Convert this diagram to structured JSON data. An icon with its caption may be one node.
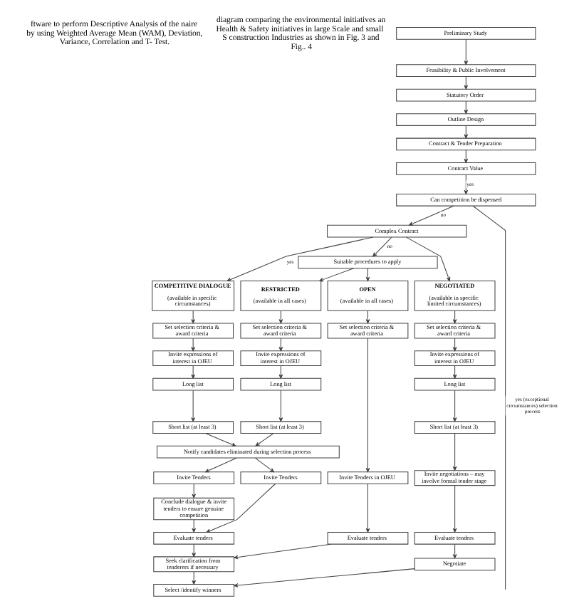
{
  "diagram": {
    "nodes": [
      {
        "text": [
          "Preliminary Study"
        ]
      },
      {
        "text": [
          "Feasibility & Public Involvement"
        ]
      },
      {
        "text": [
          "Statutory Order"
        ]
      },
      {
        "text": [
          "Outline Design"
        ]
      },
      {
        "text": [
          "Contract & Tender Preparation"
        ]
      },
      {
        "text": [
          "Contract Value"
        ]
      },
      {
        "text": [
          "Can competition be dispensed"
        ]
      },
      {
        "text": [
          "Complex Contract"
        ]
      },
      {
        "text": [
          "Suitable procedures to apply"
        ]
      },
      {
        "text": [
          "COMPETITIVE DIALOGUE",
          "(available in specific circumstances)"
        ]
      },
      {
        "text": [
          "RESTRICTED",
          "(available in all cases)"
        ]
      },
      {
        "text": [
          "OPEN",
          "(available in all cases)"
        ]
      },
      {
        "text": [
          "NEGOTIATED",
          "(available in specific limited circumstances)"
        ]
      },
      {
        "text": [
          "Set selection criteria & award criteria"
        ]
      },
      {
        "text": [
          "Set selection criteria & award criteria"
        ]
      },
      {
        "text": [
          "Set selection criteria & award criteria"
        ]
      },
      {
        "text": [
          "Set selection criteria & award criteria"
        ]
      },
      {
        "text": [
          "Invite expressions of interest in OJEU"
        ]
      },
      {
        "text": [
          "Invite expressions of interest in OJEU"
        ]
      },
      {
        "text": [
          "Invite expressions of interest in OJEU"
        ]
      },
      {
        "text": [
          "Long list"
        ]
      },
      {
        "text": [
          "Long list"
        ]
      },
      {
        "text": [
          "Long list"
        ]
      },
      {
        "text": [
          "Short list (at least 3)"
        ]
      },
      {
        "text": [
          "Short list (at least 3)"
        ]
      },
      {
        "text": [
          "Short list (at least 3)"
        ]
      },
      {
        "text": [
          "Notify candidates eliminated during selection process"
        ]
      },
      {
        "text": [
          "Invite Tenders"
        ]
      },
      {
        "text": [
          "Invite Tenders"
        ]
      },
      {
        "text": [
          "Invite Tenders in OJEU"
        ]
      },
      {
        "text": [
          "Invite negotiations – may involve formal tender stage"
        ]
      },
      {
        "text": [
          "Conclude dialogue & invite tenders to ensure genuine competition"
        ]
      },
      {
        "text": [
          "Evaluate tenders"
        ]
      },
      {
        "text": [
          "Evaluate tenders"
        ]
      },
      {
        "text": [
          "Evaluate tenders"
        ]
      },
      {
        "text": [
          "Seek clarification from tenderers if necessary"
        ]
      },
      {
        "text": [
          "Negotiate"
        ]
      },
      {
        "text": [
          "Select /identify winners"
        ]
      }
    ],
    "edges": [
      {
        "from": 0,
        "to": 1,
        "arrow": "to"
      },
      {
        "from": 1,
        "to": 2,
        "arrow": "to"
      },
      {
        "from": 2,
        "to": 3,
        "arrow": "to"
      },
      {
        "from": 3,
        "to": 4,
        "arrow": "to"
      },
      {
        "from": 4,
        "to": 5,
        "arrow": "to"
      },
      {
        "from": 5,
        "to": 6,
        "arrow": "to",
        "label": "yes"
      },
      {
        "from": 6,
        "to": 7,
        "arrow": "to",
        "label": "no"
      },
      {
        "from": 6,
        "to": null,
        "arrow": "none",
        "label": "yes (exceptional circumstances) selection process"
      },
      {
        "from": 7,
        "to": 9,
        "arrow": "to",
        "label": "yes"
      },
      {
        "from": 7,
        "to": 8,
        "arrow": "to",
        "label": "no"
      },
      {
        "from": 7,
        "to": 12,
        "arrow": "to"
      },
      {
        "from": 8,
        "to": 10,
        "arrow": "to"
      },
      {
        "from": 8,
        "to": 11,
        "arrow": "to"
      },
      {
        "from": 9,
        "to": 13,
        "arrow": "to"
      },
      {
        "from": 13,
        "to": 17,
        "arrow": "to"
      },
      {
        "from": 17,
        "to": 20,
        "arrow": "to"
      },
      {
        "from": 20,
        "to": 23,
        "arrow": "to"
      },
      {
        "from": 10,
        "to": 14,
        "arrow": "to"
      },
      {
        "from": 14,
        "to": 18,
        "arrow": "to"
      },
      {
        "from": 18,
        "to": 21,
        "arrow": "to"
      },
      {
        "from": 21,
        "to": 24,
        "arrow": "to"
      },
      {
        "from": 11,
        "to": 15,
        "arrow": "to"
      },
      {
        "from": 15,
        "to": 29,
        "arrow": "to"
      },
      {
        "from": 12,
        "to": 16,
        "arrow": "to"
      },
      {
        "from": 16,
        "to": 19,
        "arrow": "to"
      },
      {
        "from": 19,
        "to": 22,
        "arrow": "to"
      },
      {
        "from": 22,
        "to": 25,
        "arrow": "to"
      },
      {
        "from": 23,
        "to": 26,
        "arrow": "to"
      },
      {
        "from": 24,
        "to": 26,
        "arrow": "to"
      },
      {
        "from": 26,
        "to": 27,
        "arrow": "to"
      },
      {
        "from": 26,
        "to": 28,
        "arrow": "to"
      },
      {
        "from": 27,
        "to": 31,
        "arrow": "to"
      },
      {
        "from": 31,
        "to": 32,
        "arrow": "to"
      },
      {
        "from": 28,
        "to": 32,
        "arrow": "to"
      },
      {
        "from": 29,
        "to": 33,
        "arrow": "to"
      },
      {
        "from": 25,
        "to": 30,
        "arrow": "to"
      },
      {
        "from": 30,
        "to": 34,
        "arrow": "to"
      },
      {
        "from": 32,
        "to": 35,
        "arrow": "to"
      },
      {
        "from": 33,
        "to": 35,
        "arrow": "to"
      },
      {
        "from": 34,
        "to": 36,
        "arrow": "to"
      },
      {
        "from": 35,
        "to": 37,
        "arrow": "to"
      },
      {
        "from": 36,
        "to": 37,
        "arrow": "to"
      }
    ],
    "labels": [
      "ftware to perform Descriptive Analysis of the naire by using Weighted Average Mean (WAM), Deviation, Variance, Correlation and T- Test.",
      "diagram comparing the environmental initiatives an Health & Safety initiatives in large Scale and small S construction Industries as shown in Fig. 3 and Fig.. 4"
    ]
  }
}
